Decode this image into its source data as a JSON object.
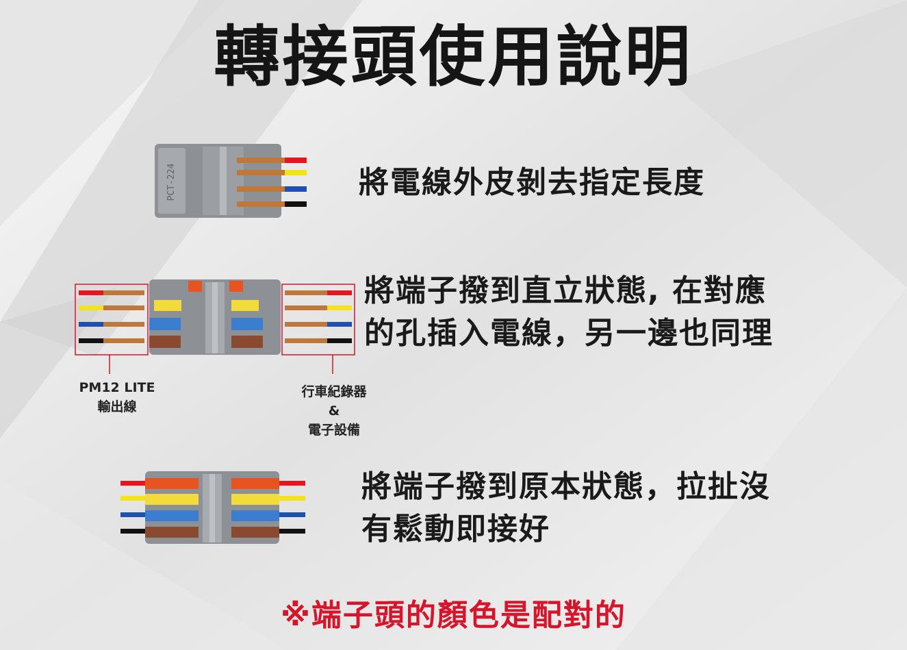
{
  "title": "轉接頭使用說明",
  "steps": [
    {
      "text": "將電線外皮剝去指定長度"
    },
    {
      "line1": "將端子撥到直立狀態, 在對應",
      "line2": "的孔插入電線，另一邊也同理"
    },
    {
      "line1": "將端子撥到原本狀態，拉扯沒",
      "line2": "有鬆動即接好"
    }
  ],
  "labels": {
    "left_line1": "PM12 LITE",
    "left_line2": "輸出線",
    "right_line1": "行車紀錄器",
    "right_line2": "&",
    "right_line3": "電子設備"
  },
  "connector_marking": "PCT-224",
  "wire_colors": [
    "#e8141f",
    "#f3e31a",
    "#1f4fb0",
    "#111111"
  ],
  "lever_colors": [
    "#e8541f",
    "#f3dc3a",
    "#3b7ed0",
    "#8a4a30"
  ],
  "accent_color": "#d8142a",
  "footer": "※端子頭的顏色是配對的"
}
